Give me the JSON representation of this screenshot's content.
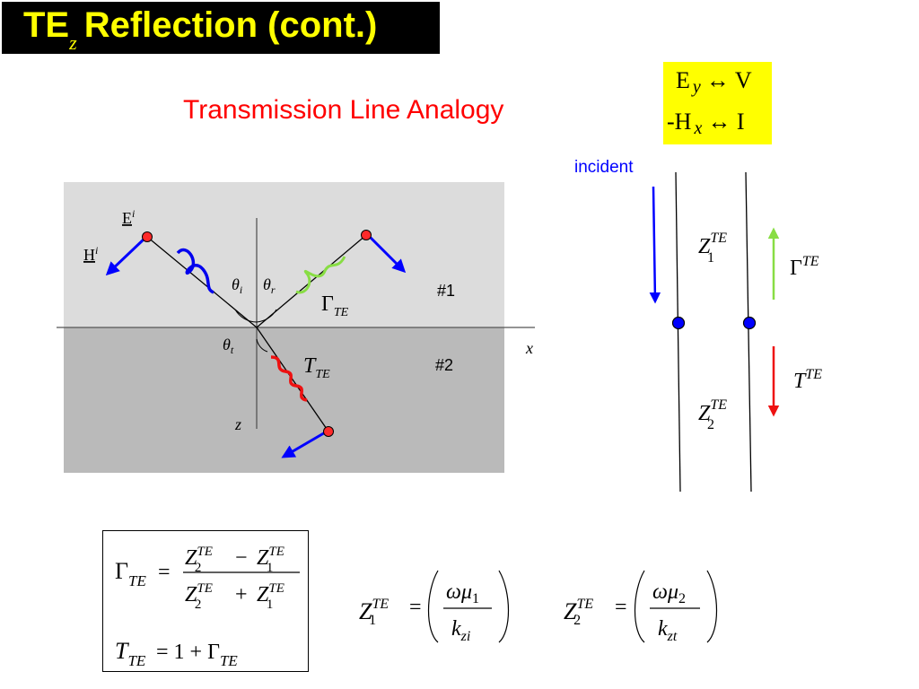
{
  "slide": {
    "title_main": "TE",
    "title_sub": "z",
    "title_rest": "Reflection (cont.)",
    "subtitle": "Transmission Line  Analogy"
  },
  "legend": {
    "row1_e": "E",
    "row1_y": "y",
    "row1_v": "V",
    "row2_h": "-H",
    "row2_x": "x",
    "row2_i": "I",
    "arrow": "↔"
  },
  "diagram": {
    "e_label": "E",
    "e_sup": "i",
    "h_label": "H",
    "h_sup": "i",
    "theta": "θ",
    "theta_i_sub": "i",
    "theta_r_sub": "r",
    "theta_t_sub": "t",
    "gamma": "Γ",
    "te_sub": "TE",
    "t": "T",
    "region1": "#1",
    "region2": "#2",
    "x_axis": "x",
    "z_axis": "z"
  },
  "tline": {
    "incident": "incident",
    "z": "Z",
    "te_sup": "TE",
    "sub1": "1",
    "sub2": "2",
    "gamma": "Γ",
    "t": "T"
  },
  "equations": {
    "eq_sign": "=",
    "minus": "−",
    "plus": "+",
    "one": "1",
    "omega_mu": "ωμ",
    "k": "k",
    "zi": "zi",
    "zt": "zt"
  },
  "colors": {
    "title_bg": "#000000",
    "title_text": "#ffff00",
    "subtitle": "#ff0000",
    "legend_bg": "#ffff00",
    "incident": "#0000ff",
    "reflected": "#88dd44",
    "transmitted": "#ee1111",
    "region1": "#dcdcdc",
    "region2": "#bababa"
  }
}
